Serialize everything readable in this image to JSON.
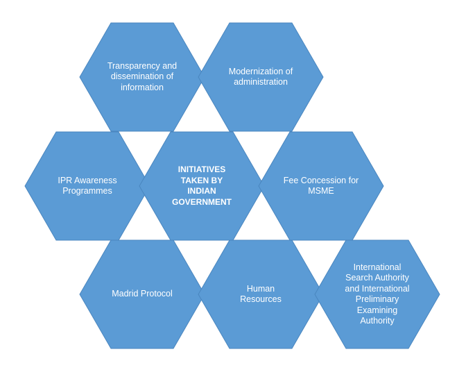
{
  "colors": {
    "fill": "#5B9BD5",
    "stroke": "#4A86BF",
    "text": "#FFFFFF"
  },
  "hexagons": [
    {
      "id": "transparency",
      "label": "Transparency and\ndissemination of\ninformation"
    },
    {
      "id": "modernization",
      "label": "Modernization of\nadministration"
    },
    {
      "id": "ipr-awareness",
      "label": "IPR Awareness\nProgrammes"
    },
    {
      "id": "center",
      "label": "INITIATIVES\nTAKEN BY\nINDIAN\nGOVERNMENT",
      "emphasis": true
    },
    {
      "id": "fee-concession",
      "label": "Fee Concession for\nMSME"
    },
    {
      "id": "madrid",
      "label": "Madrid Protocol"
    },
    {
      "id": "human-resources",
      "label": "Human\nResources"
    },
    {
      "id": "isa-ipea",
      "label": "International\nSearch Authority\nand International\nPreliminary\nExamining\nAuthority"
    }
  ]
}
